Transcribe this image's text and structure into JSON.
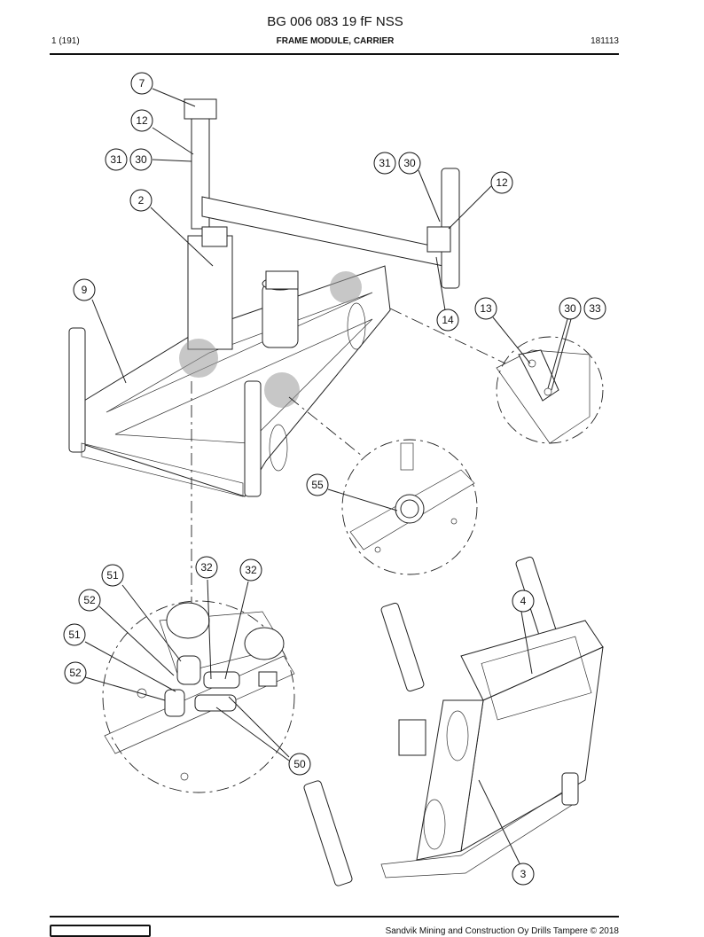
{
  "header": {
    "title": "BG 006 083 19 fF NSS",
    "page": "1 (191)",
    "section": "FRAME MODULE, CARRIER",
    "code": "181113"
  },
  "footer": {
    "copyright": "Sandvik Mining and Construction Oy Drills Tampere © 2018"
  },
  "callouts": [
    "7",
    "12",
    "31",
    "30",
    "2",
    "31",
    "30",
    "12",
    "9",
    "13",
    "30",
    "33",
    "14",
    "55",
    "51",
    "32",
    "32",
    "52",
    "51",
    "52",
    "50",
    "4",
    "3"
  ]
}
